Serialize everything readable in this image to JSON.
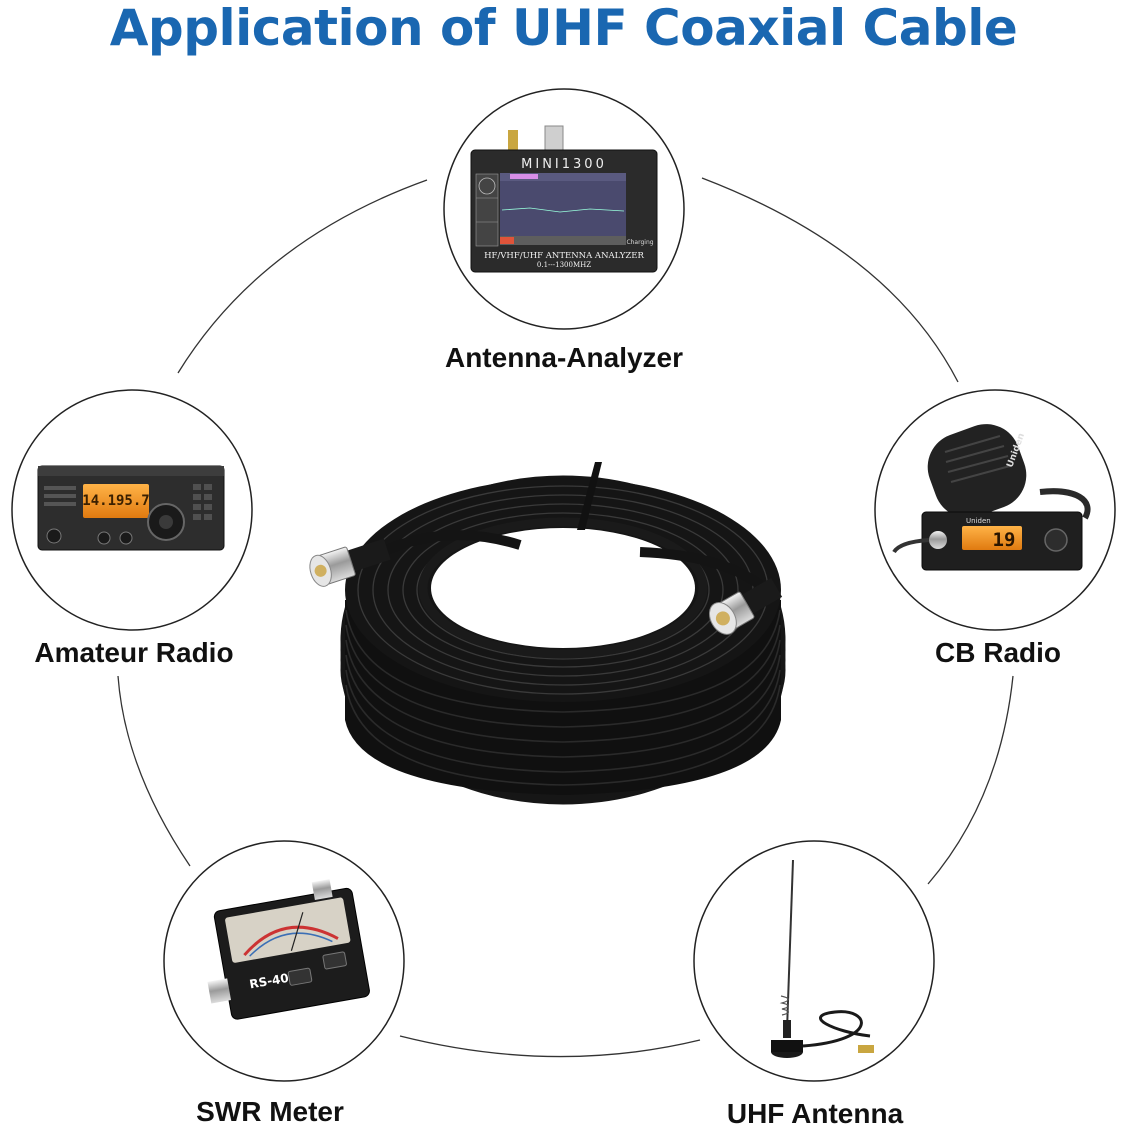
{
  "title": "Application of UHF Coaxial Cable",
  "applications": [
    {
      "label": "Antenna-Analyzer",
      "icon": "antenna-analyzer-device"
    },
    {
      "label": "Amateur Radio",
      "icon": "amateur-radio-transceiver"
    },
    {
      "label": "CB Radio",
      "icon": "cb-radio-with-microphone"
    },
    {
      "label": "SWR Meter",
      "icon": "swr-meter"
    },
    {
      "label": "UHF Antenna",
      "icon": "magnetic-mount-antenna"
    }
  ],
  "device_text": {
    "analyzer_brand": "MINI1300",
    "analyzer_model": "HF/VHF/UHF ANTENNA ANALYZER",
    "analyzer_range": "0.1---1300MHZ",
    "analyzer_status": "Charging",
    "radio_display": "14.195.7",
    "cb_brand": "Uniden",
    "cb_display": "19",
    "swr_model": "RS-40"
  },
  "colors": {
    "title": "#1a67b1",
    "ring": "#222222",
    "cable": "#121212"
  }
}
